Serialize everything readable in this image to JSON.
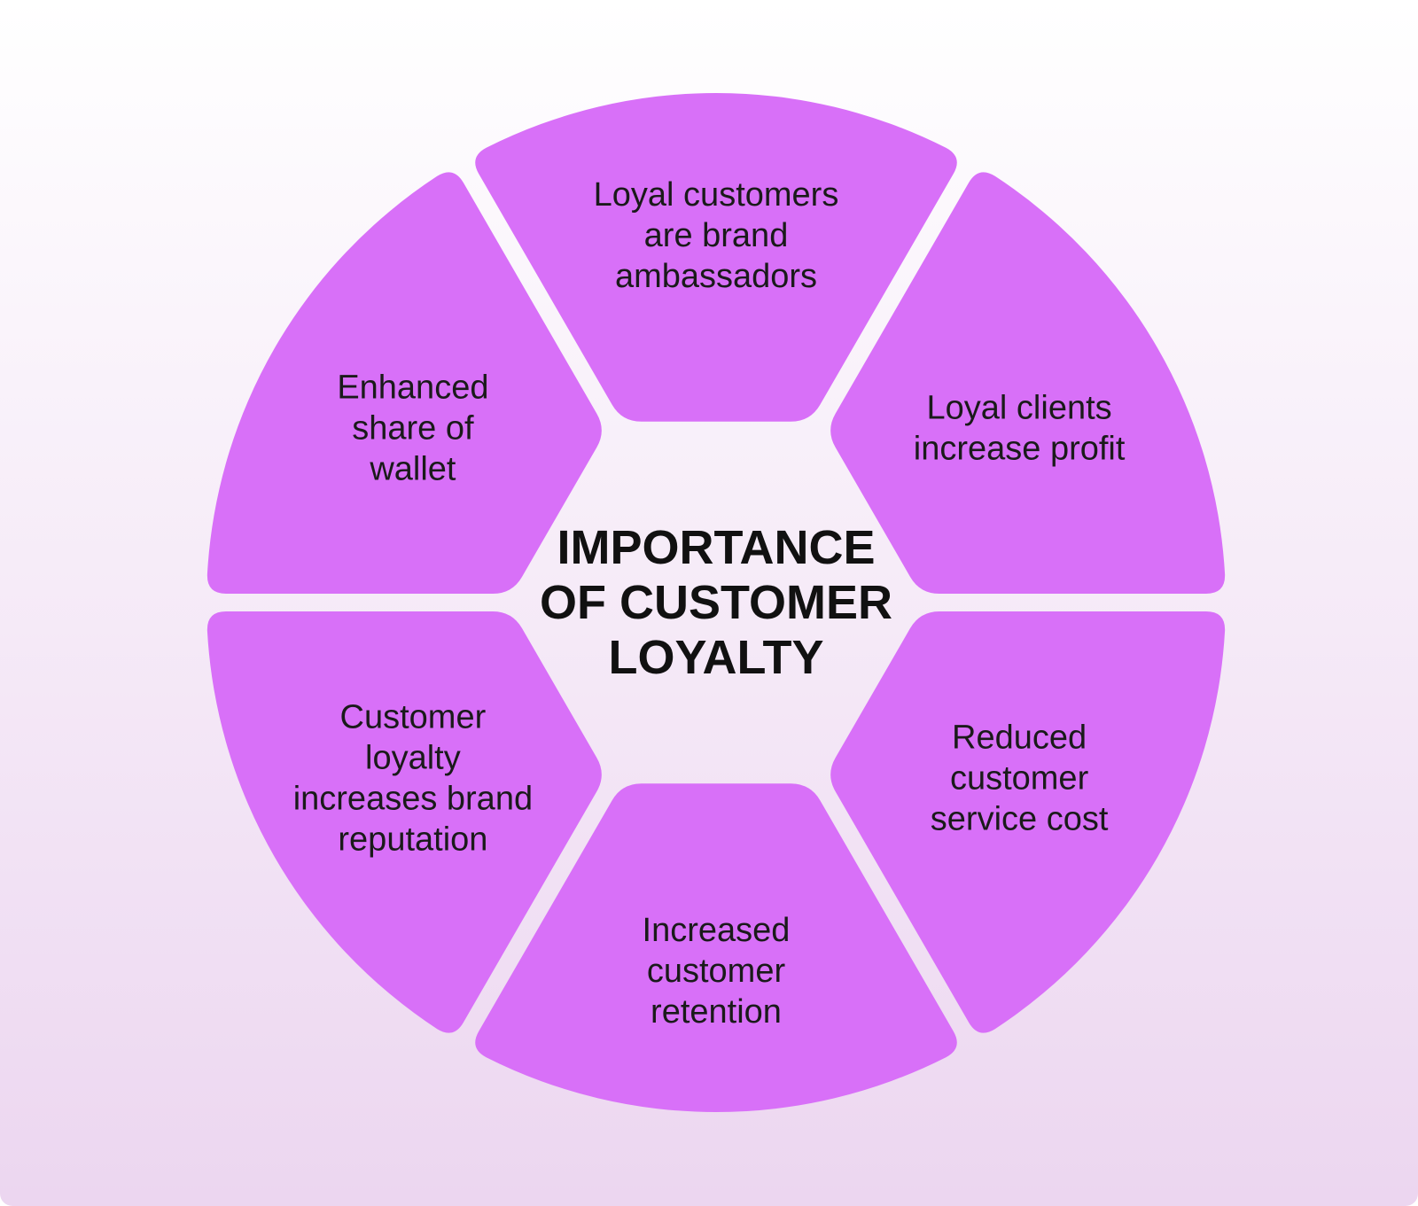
{
  "diagram": {
    "center_title_lines": [
      "IMPORTANCE",
      "OF CUSTOMER",
      "LOYALTY"
    ],
    "segments": [
      {
        "lines": [
          "Loyal customers",
          "are brand",
          "ambassadors"
        ]
      },
      {
        "lines": [
          "Loyal clients",
          "increase profit"
        ]
      },
      {
        "lines": [
          "Reduced",
          "customer",
          "service cost"
        ]
      },
      {
        "lines": [
          "Increased",
          "customer",
          "retention"
        ]
      },
      {
        "lines": [
          "Customer",
          "loyalty",
          "increases brand",
          "reputation"
        ]
      },
      {
        "lines": [
          "Enhanced",
          "share of",
          "wallet"
        ]
      }
    ]
  },
  "colors": {
    "segment_fill": "#d870f8",
    "background_top": "#ffffff",
    "background_bottom": "#ecd6f0",
    "text": "#1a1a1a"
  }
}
